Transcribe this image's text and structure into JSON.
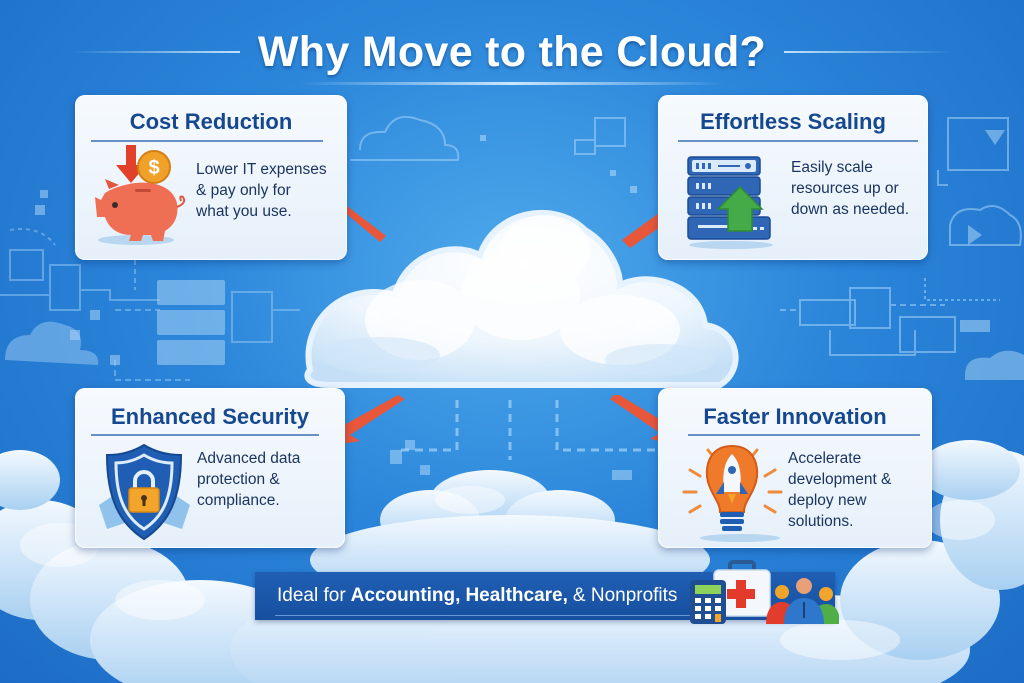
{
  "header": {
    "title": "Why Move to the Cloud?"
  },
  "cards": [
    {
      "id": "cost-reduction",
      "title": "Cost Reduction",
      "lines": [
        "Lower IT expenses",
        "& pay only for",
        "what you use."
      ],
      "icon": "piggy-bank-icon"
    },
    {
      "id": "effortless-scaling",
      "title": "Effortless Scaling",
      "lines": [
        "Easily scale",
        "resources up or",
        "down as needed."
      ],
      "icon": "server-stack-up-arrow-icon"
    },
    {
      "id": "enhanced-security",
      "title": "Enhanced Security",
      "lines": [
        "Advanced data",
        "protection &",
        "compliance."
      ],
      "icon": "shield-lock-icon"
    },
    {
      "id": "faster-innovation",
      "title": "Faster Innovation",
      "lines": [
        "Accelerate",
        "development &",
        "deploy new solutions."
      ],
      "icon": "lightbulb-rocket-icon"
    }
  ],
  "center": {
    "icon": "cloud-icon"
  },
  "footer": {
    "prefix": "Ideal for",
    "accounting": "Accounting,",
    "healthcare": "Healthcare,",
    "suffix": "& Nonprofits",
    "icons": [
      "calculator-icon",
      "medical-kit-icon",
      "people-group-icon"
    ]
  },
  "colors": {
    "background": "#2b86da",
    "card_title": "#16488f",
    "card_text": "#1c3560",
    "arrow": "#e8573a",
    "banner": "#1f5fb4",
    "green_arrow": "#3fa34a",
    "coin": "#f0a12a"
  }
}
